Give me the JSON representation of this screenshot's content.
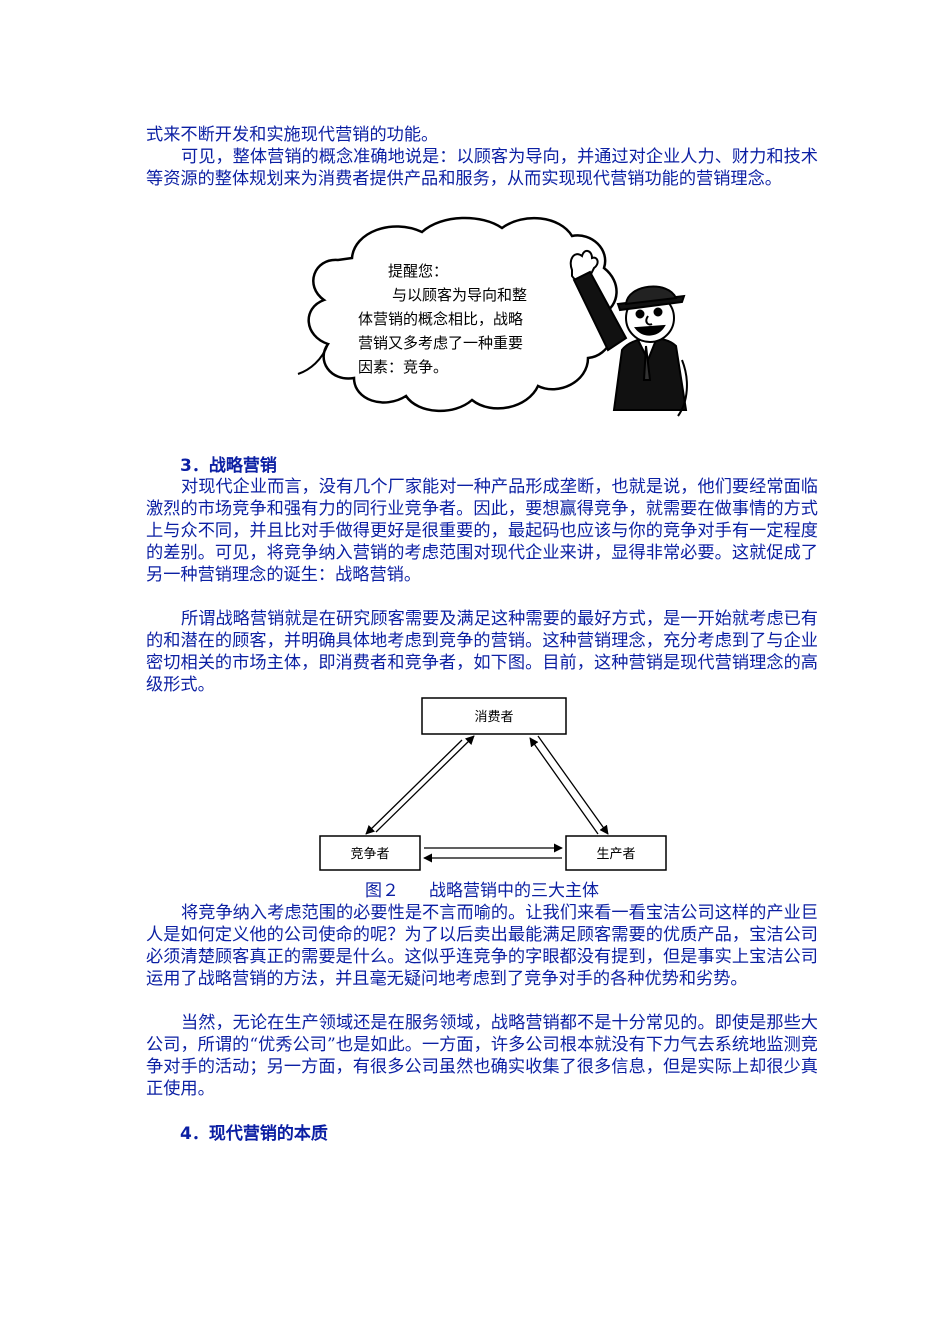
{
  "intro": {
    "line1": "式来不断开发和实施现代营销的功能。",
    "para2": "可见，整体营销的概念准确地说是：以顾客为导向，并通过对企业人力、财力和技术等资源的整体规划来为消费者提供产品和服务，从而实现现代营销功能的营销理念。"
  },
  "reminder": {
    "title": "提醒您：",
    "lines": [
      "与以顾客为导向和整",
      "体营销的概念相比，战略",
      "营销又多考虑了一种重要",
      "因素：竞争。"
    ]
  },
  "section3": {
    "heading": "3．战略营销",
    "para1": "对现代企业而言，没有几个厂家能对一种产品形成垄断，也就是说，他们要经常面临激烈的市场竞争和强有力的同行业竞争者。因此，要想赢得竞争，就需要在做事情的方式上与众不同，并且比对手做得更好是很重要的，最起码也应该与你的竞争对手有一定程度的差别。可见，将竞争纳入营销的考虑范围对现代企业来讲，显得非常必要。这就促成了另一种营销理念的诞生：战略营销。",
    "para2": "所谓战略营销就是在研究顾客需要及满足这种需要的最好方式，是一开始就考虑已有的和潜在的顾客，并明确具体地考虑到竞争的营销。这种营销理念，充分考虑到了与企业密切相关的市场主体，即消费者和竞争者，如下图。目前，这种营销是现代营销理念的高级形式。"
  },
  "figure": {
    "nodes": {
      "top": "消费者",
      "left": "竞争者",
      "right": "生产者"
    },
    "caption_num": "图２",
    "caption_text": "战略营销中的三大主体"
  },
  "after_figure": {
    "para1": "将竞争纳入考虑范围的必要性是不言而喻的。让我们来看一看宝洁公司这样的产业巨人是如何定义他的公司使命的呢？为了以后卖出最能满足顾客需要的优质产品，宝洁公司必须清楚顾客真正的需要是什么。这似乎连竞争的字眼都没有提到，但是事实上宝洁公司运用了战略营销的方法，并且毫无疑问地考虑到了竞争对手的各种优势和劣势。",
    "para2": "当然，无论在生产领域还是在服务领域，战略营销都不是十分常见的。即使是那些大公司，所谓的“优秀公司”也是如此。一方面，许多公司根本就没有下力气去系统地监测竞争对手的活动；另一方面，有很多公司虽然也确实收集了很多信息，但是实际上却很少真正使用。"
  },
  "section4": {
    "heading": "4．现代营销的本质"
  }
}
